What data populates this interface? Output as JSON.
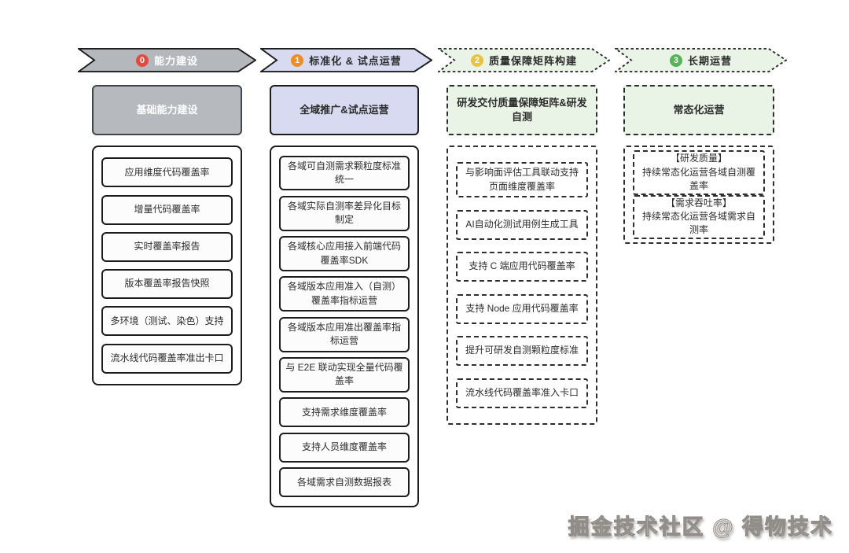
{
  "watermark": "掘金技术社区 @ 得物技术",
  "phases": [
    {
      "number": "0",
      "label": "能力建设",
      "badge_color": "#e6493c",
      "fill": "#b4b7bc",
      "header": "基础能力建设",
      "items": [
        "应用维度代码覆盖率",
        "增量代码覆盖率",
        "实时覆盖率报告",
        "版本覆盖率报告快照",
        "多环境（测试、染色）支持",
        "流水线代码覆盖率准出卡口"
      ]
    },
    {
      "number": "1",
      "label": "标准化 & 试点运营",
      "badge_color": "#f08c21",
      "fill": "#d7daf0",
      "header": "全域推广&试点运营",
      "items": [
        "各域可自测需求颗粒度标准统一",
        "各域实际自测率差异化目标制定",
        "各域核心应用接入前端代码覆盖率SDK",
        "各域版本应用准入（自测）覆盖率指标运营",
        "各域版本应用准出覆盖率指标运营",
        "与 E2E 联动实现全量代码覆盖率",
        "支持需求维度覆盖率",
        "支持人员维度覆盖率",
        "各域需求自测数据报表"
      ]
    },
    {
      "number": "2",
      "label": "质量保障矩阵构建",
      "badge_color": "#eac33e",
      "fill": "#e9f4e7",
      "header": "研发交付质量保障矩阵&研发自测",
      "items": [
        "与影响面评估工具联动支持页面维度覆盖率",
        "AI自动化测试用例生成工具",
        "支持 C 端应用代码覆盖率",
        "支持 Node 应用代码覆盖率",
        "提升可研发自测颗粒度标准",
        "流水线代码覆盖率准入卡口"
      ]
    },
    {
      "number": "3",
      "label": "长期运营",
      "badge_color": "#57b358",
      "fill": "#e9f4e7",
      "header": "常态化运营",
      "items": [
        "【研发质量】\n持续常态化运营各域自测覆盖率",
        "【需求吞吐率】\n持续常态化运营各域需求自测率"
      ]
    }
  ]
}
